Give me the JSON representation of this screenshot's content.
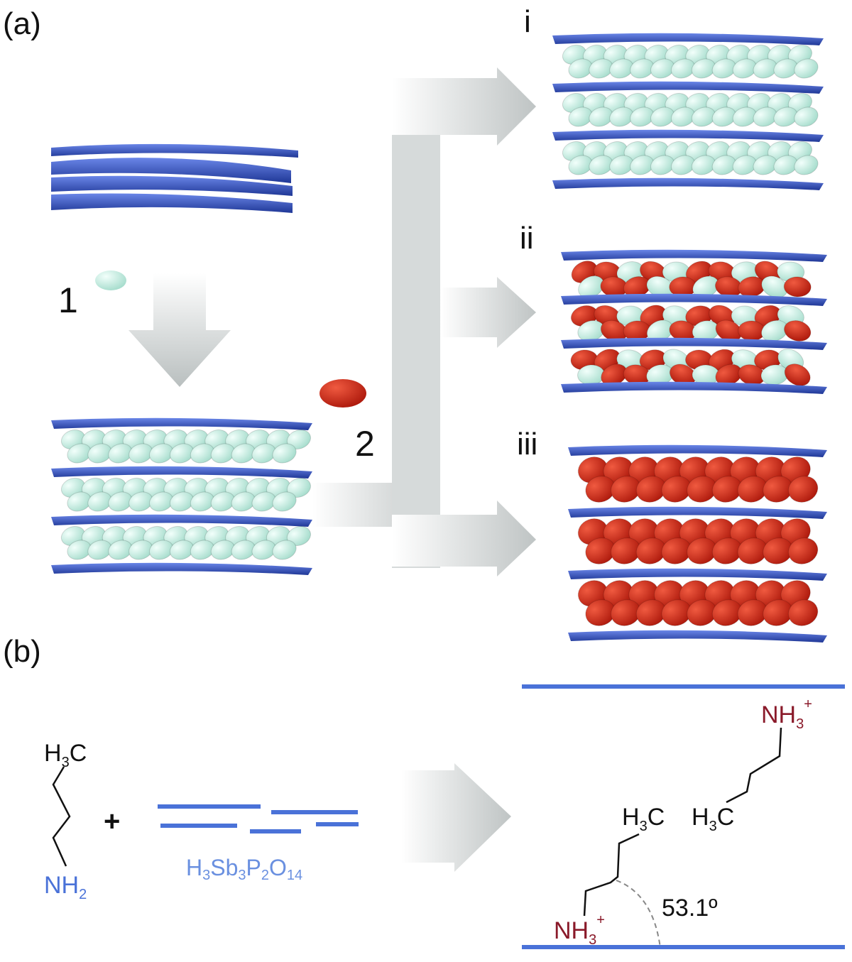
{
  "panel_a": {
    "label": "(a)",
    "step1": "1",
    "step2": "2",
    "outcomes": [
      "i",
      "ii",
      "iii"
    ]
  },
  "panel_b": {
    "label": "(b)",
    "plus": "+",
    "reactant_top": {
      "main": "H",
      "sub": "3",
      "tail": "C"
    },
    "reactant_bottom": {
      "main": "NH",
      "sub": "2"
    },
    "host": {
      "p1": "H",
      "s1": "3",
      "p2": "Sb",
      "s2": "3",
      "p3": "P",
      "s3": "2",
      "p4": "O",
      "s4": "14"
    },
    "product_ch3": {
      "main": "H",
      "sub": "3",
      "tail": "C"
    },
    "product_nh3": {
      "main": "NH",
      "sub": "3",
      "sup": "+"
    },
    "angle": "53.1º"
  },
  "colors": {
    "sheet": "#3f5cc8",
    "guest1": "#c9f1e6",
    "guest2": "#d3281a",
    "arrow": "#d8dcdc",
    "bond_line": "#4a72d8"
  }
}
